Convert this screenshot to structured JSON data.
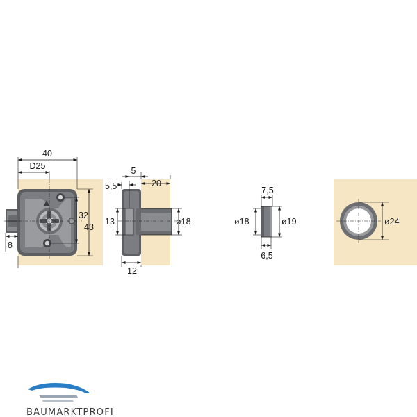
{
  "colors": {
    "wood": "#f6e6c4",
    "wood_edge": "#e6cf98",
    "lock_dark": "#5e5f63",
    "lock_mid": "#7c7d82",
    "lock_light": "#a4a5a9",
    "line": "#1a1a1a",
    "brand_blue": "#2b7dc4"
  },
  "dimensions": {
    "width_40": "40",
    "backset_d25": "D25",
    "height_32": "32",
    "height_43": "43",
    "bolt_8": "8",
    "side_5_5": "5,5",
    "side_5": "5",
    "side_20": "20",
    "side_13": "13",
    "side_dia18": "ø18",
    "side_12": "12",
    "sleeve_7_5": "7,5",
    "sleeve_dia18": "ø18",
    "sleeve_dia19": "ø19",
    "sleeve_6_5": "6,5",
    "hole_dia24": "ø24"
  },
  "brand": {
    "name": "BAUMARKTPROFI",
    "logo_icon": "car-roof-swoosh-icon"
  }
}
